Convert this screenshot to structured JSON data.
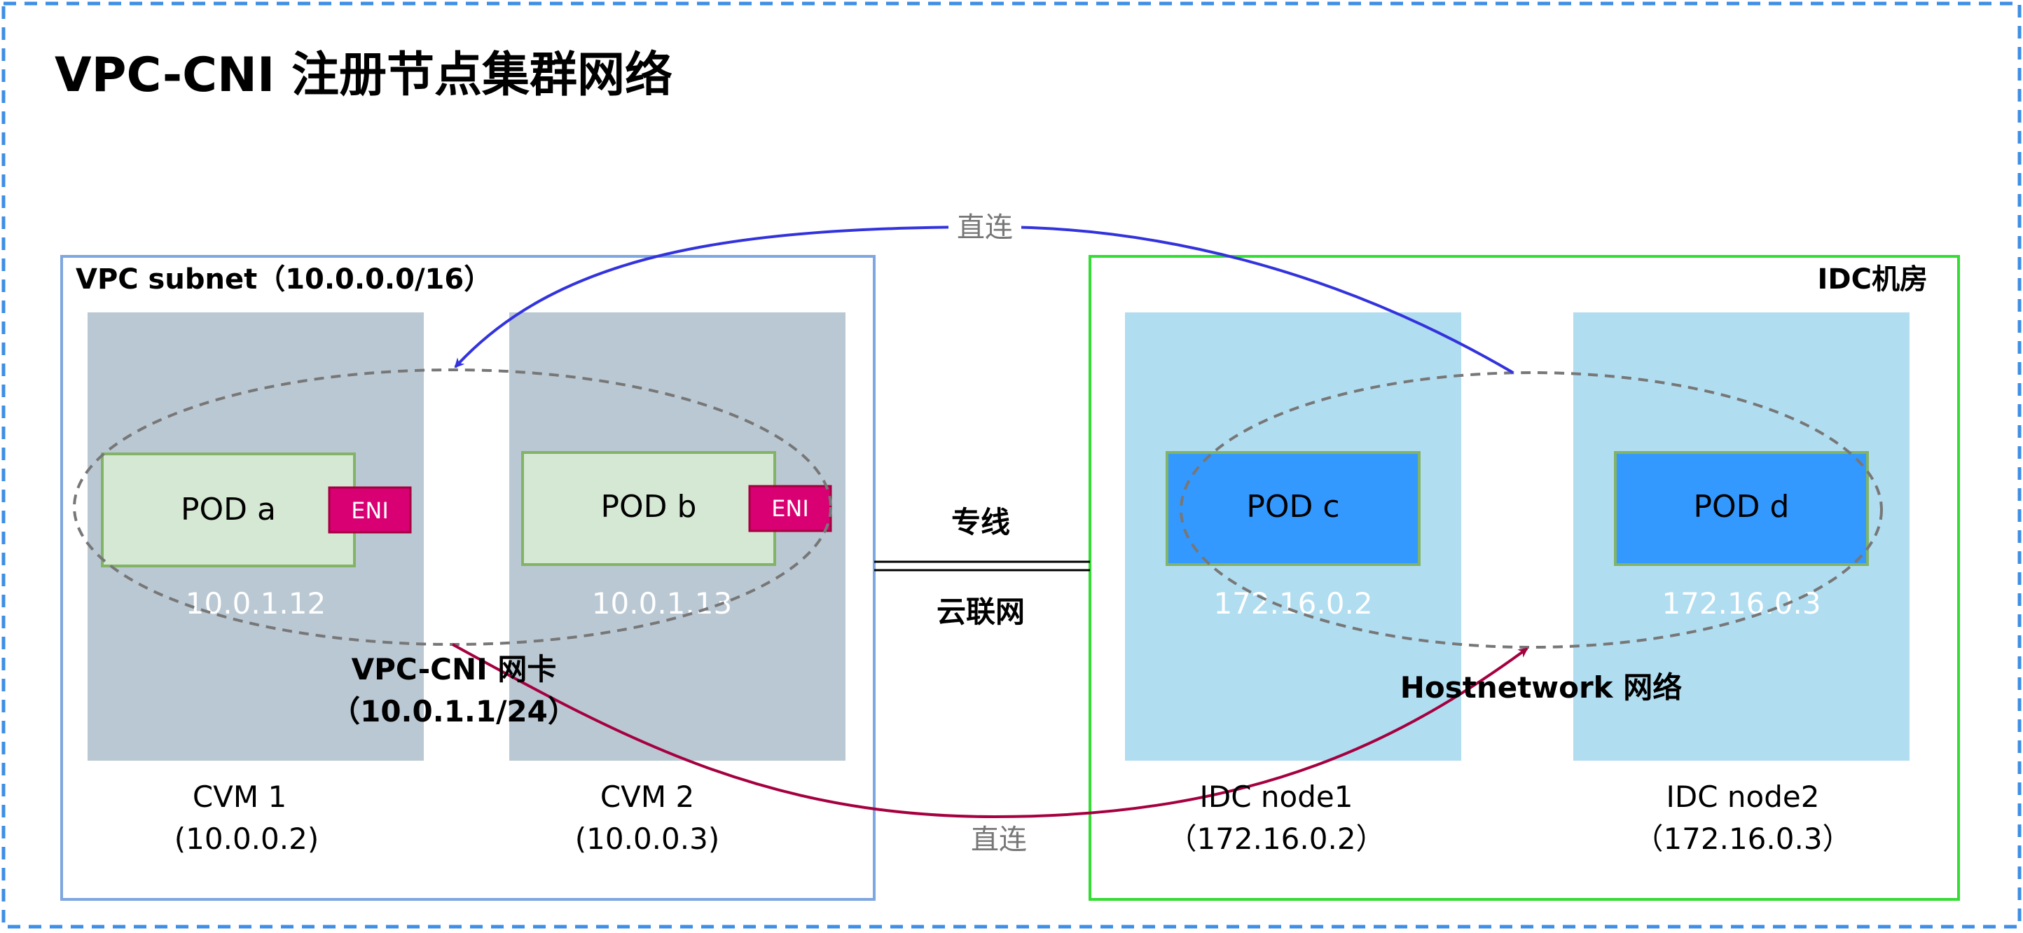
{
  "title": "VPC-CNI 注册节点集群网络",
  "vpc_subnet": {
    "label": "VPC subnet（10.0.0.0/16）"
  },
  "idc": {
    "label": "IDC机房"
  },
  "nodes": [
    {
      "id": "cvm1",
      "name": "CVM 1",
      "ip": "(10.0.0.2)",
      "pod": "POD a",
      "pod_ip": "10.0.1.12",
      "eni": "ENI"
    },
    {
      "id": "cvm2",
      "name": "CVM 2",
      "ip": "(10.0.0.3)",
      "pod": "POD b",
      "pod_ip": "10.0.1.13",
      "eni": "ENI"
    },
    {
      "id": "idc1",
      "name": "IDC node1",
      "ip": "（172.16.0.2）",
      "pod": "POD c",
      "pod_ip": "172.16.0.2"
    },
    {
      "id": "idc2",
      "name": "IDC node2",
      "ip": "（172.16.0.3）",
      "pod": "POD d",
      "pod_ip": "172.16.0.3"
    }
  ],
  "link": {
    "top_label": "专线",
    "bottom_label": "云联网"
  },
  "vpc_cni_net": {
    "line1": "VPC-CNI 网卡",
    "line2": "（10.0.1.1/24）"
  },
  "host_net": {
    "label": "Hostnetwork 网络"
  },
  "direct_top": {
    "label": "直连"
  },
  "direct_bottom": {
    "label": "直连"
  },
  "colors": {
    "frame_dash": "#3c8ee6",
    "vpc_border": "#7ea6e0",
    "idc_border": "#33dd33",
    "cvm_bg": "#bac8d3",
    "idc_bg": "#b1ddf0",
    "pod_green_bg": "#d5e8d4",
    "pod_green_border": "#82b366",
    "pod_blue_bg": "#3399ff",
    "eni_bg": "#d80073",
    "arrow_blue": "#3333dd",
    "arrow_red": "#a50040",
    "ellipse": "#777777"
  }
}
